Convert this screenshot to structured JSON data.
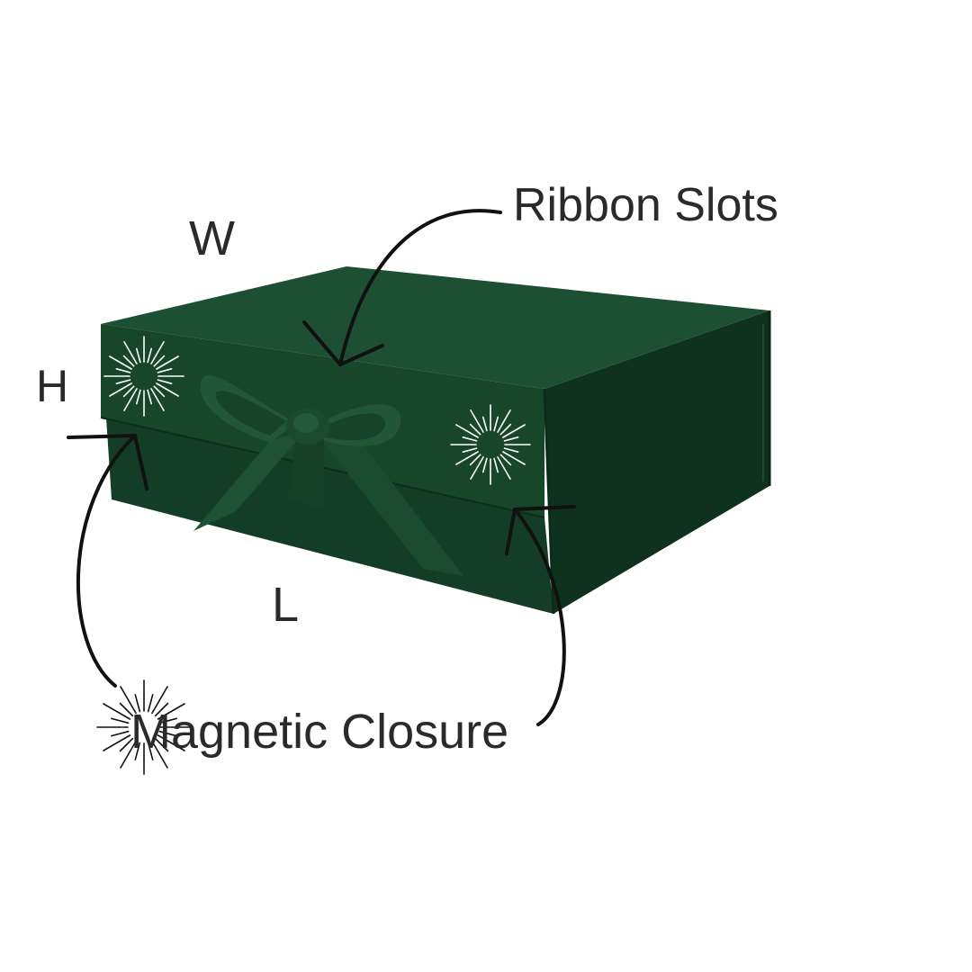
{
  "labels": {
    "width": "W",
    "height": "H",
    "length": "L",
    "ribbon_slots": "Ribbon Slots",
    "magnetic_closure": "Magnetic Closure"
  },
  "colors": {
    "box_front": "#143d27",
    "box_lid_top": "#1d4f33",
    "box_side": "#0f321f",
    "ribbon": "#1f5234",
    "ribbon_shade": "#163f28",
    "annotation_ink": "#111111",
    "sparkle_on_box": "#ffffff",
    "sparkle_on_page": "#111111"
  },
  "icons": {
    "box": "gift-box-illustration",
    "bow": "ribbon-bow",
    "sparkle": "sparkle-burst",
    "arrow": "curved-arrow"
  }
}
